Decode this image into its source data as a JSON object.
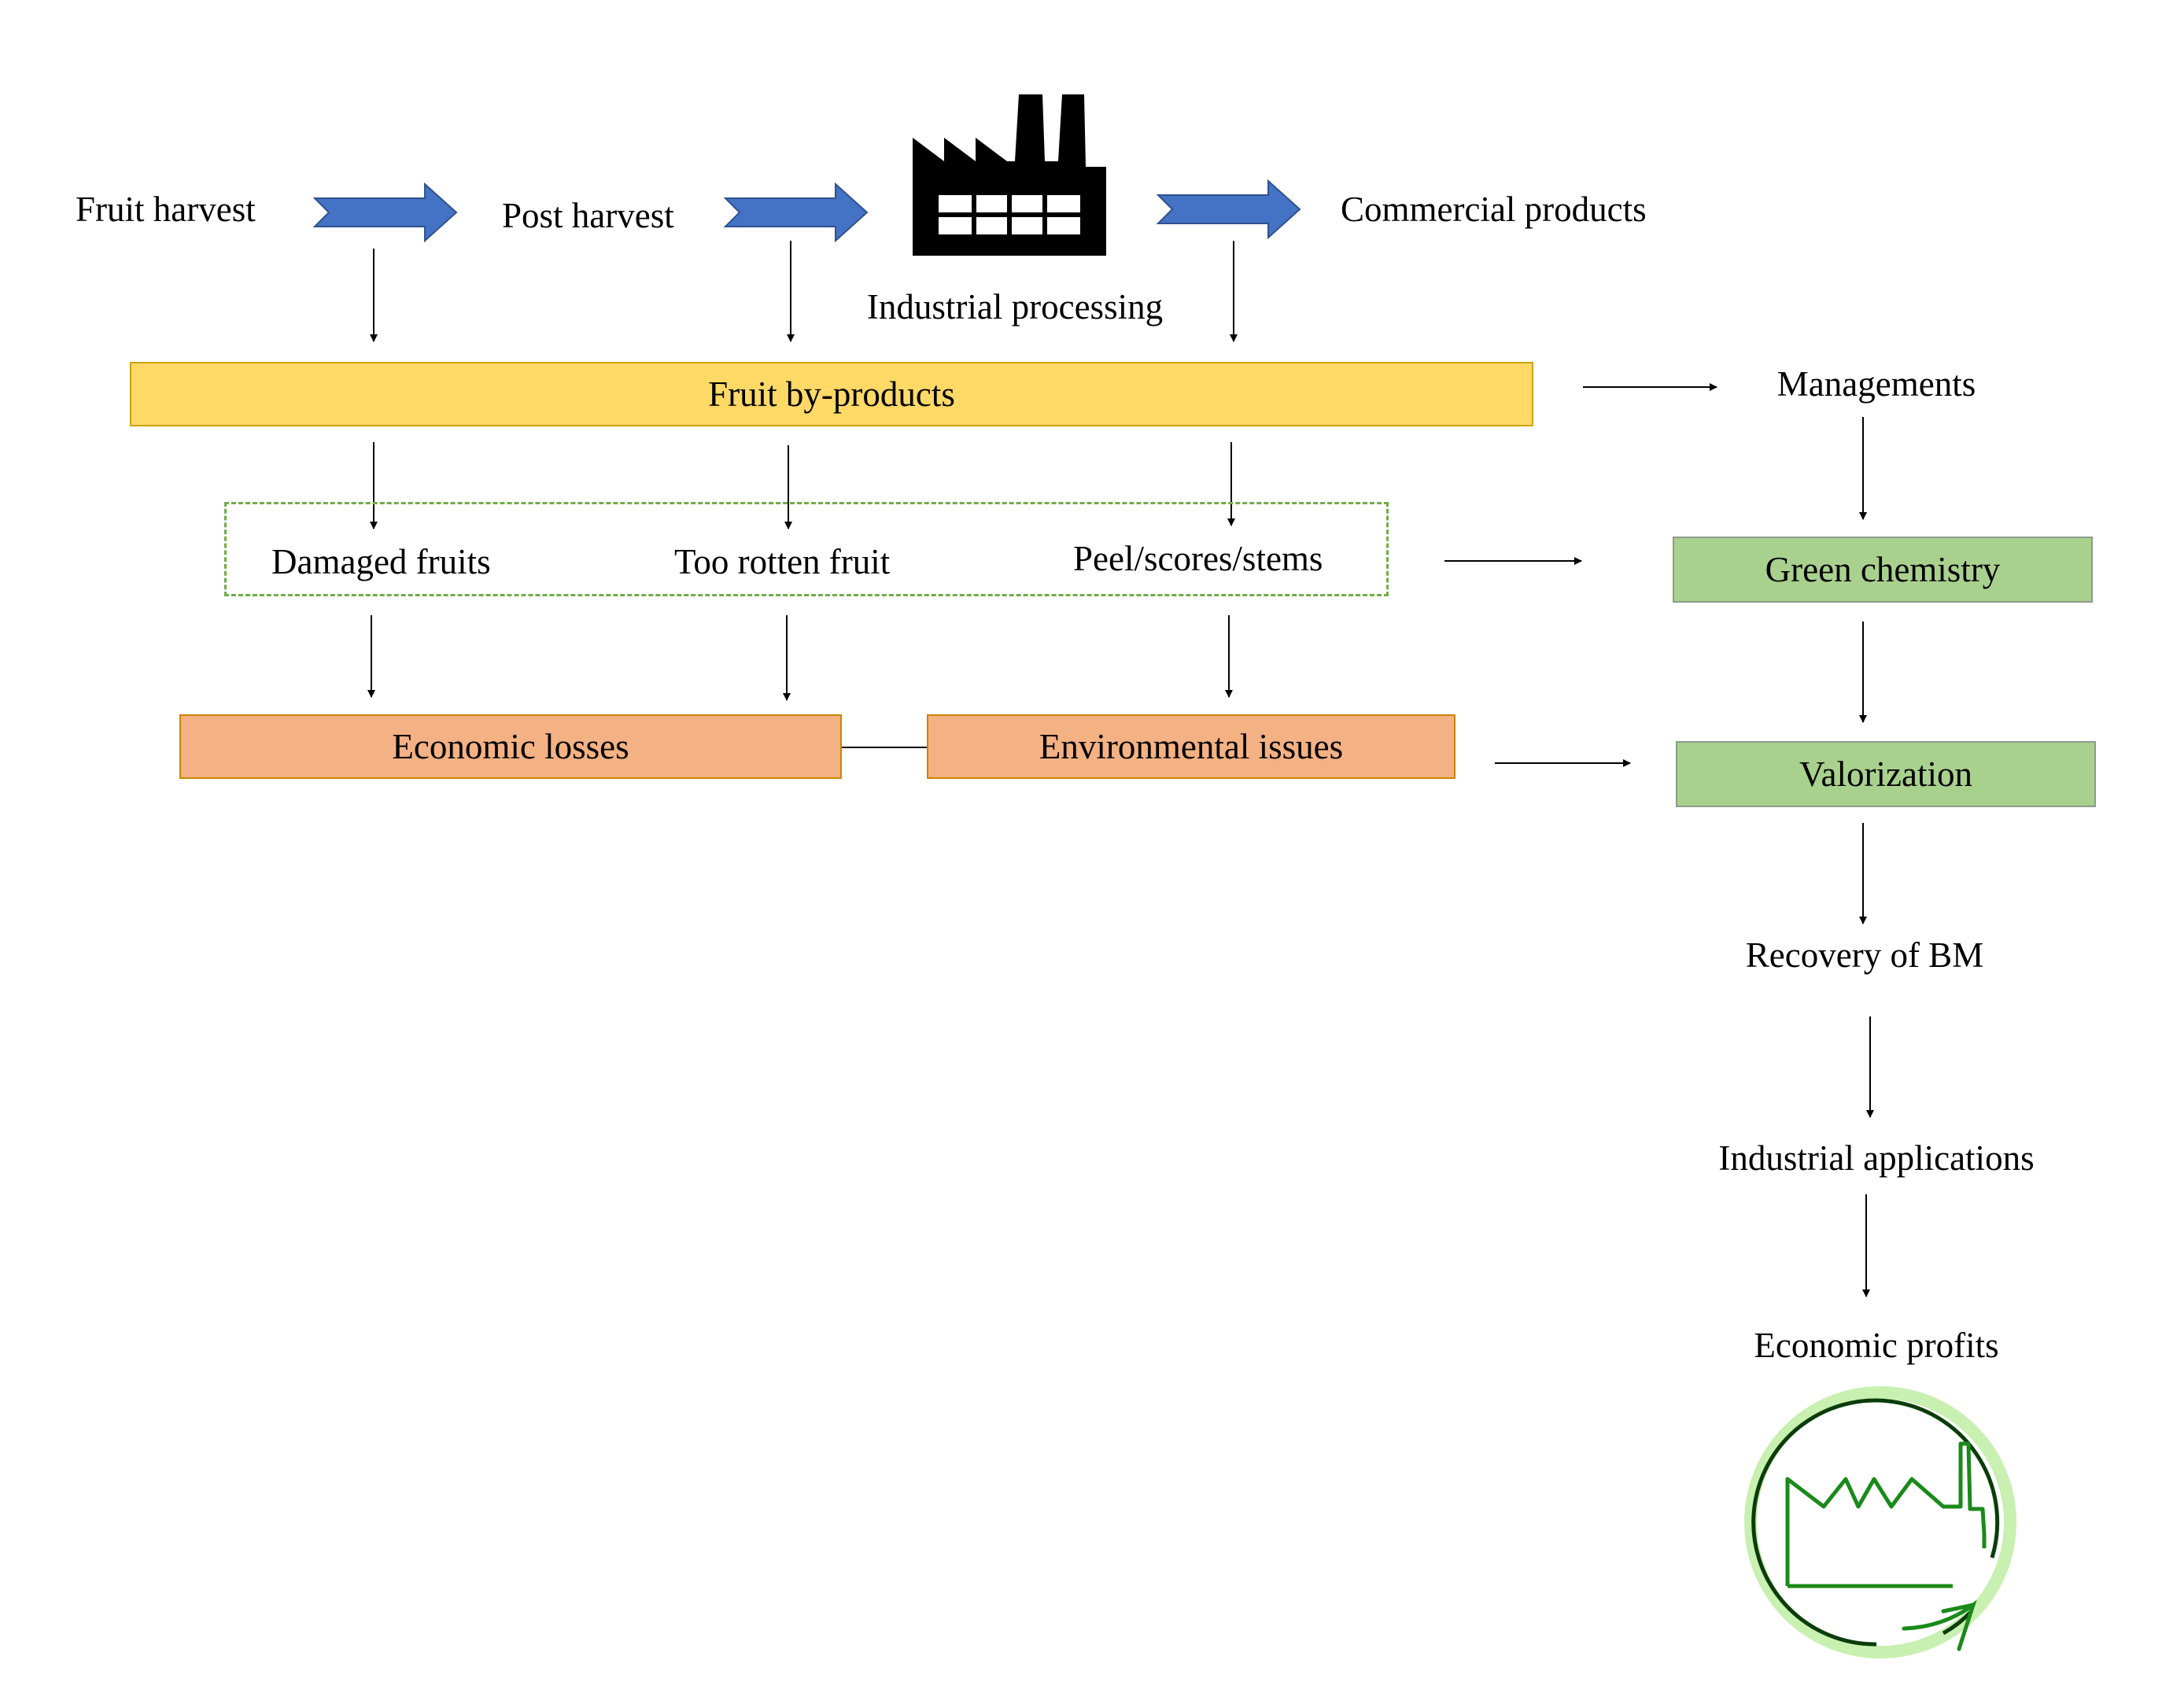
{
  "top_flow": {
    "fruit_harvest": "Fruit harvest",
    "post_harvest": "Post harvest",
    "industrial_processing": "Industrial processing",
    "commercial_products": "Commercial products"
  },
  "by_products": {
    "label": "Fruit by-products"
  },
  "waste_types": {
    "damaged": "Damaged fruits",
    "rotten": "Too rotten fruit",
    "peel": "Peel/scores/stems"
  },
  "impacts": {
    "economic": "Economic losses",
    "environmental": "Environmental issues"
  },
  "right_chain": {
    "managements": "Managements",
    "green_chemistry": "Green chemistry",
    "valorization": "Valorization",
    "recovery": "Recovery of BM",
    "applications": "Industrial applications",
    "profits": "Economic profits"
  },
  "colors": {
    "flow_arrow": "#4472c4",
    "yellow_box": "#ffd966",
    "orange_box": "#f4b183",
    "green_box": "#a9d18e",
    "dashed_border": "#70ad47",
    "eco_icon": "#1a8a1a"
  },
  "icons": {
    "factory": "factory-icon",
    "eco_factory": "eco-factory-cycle-icon"
  }
}
